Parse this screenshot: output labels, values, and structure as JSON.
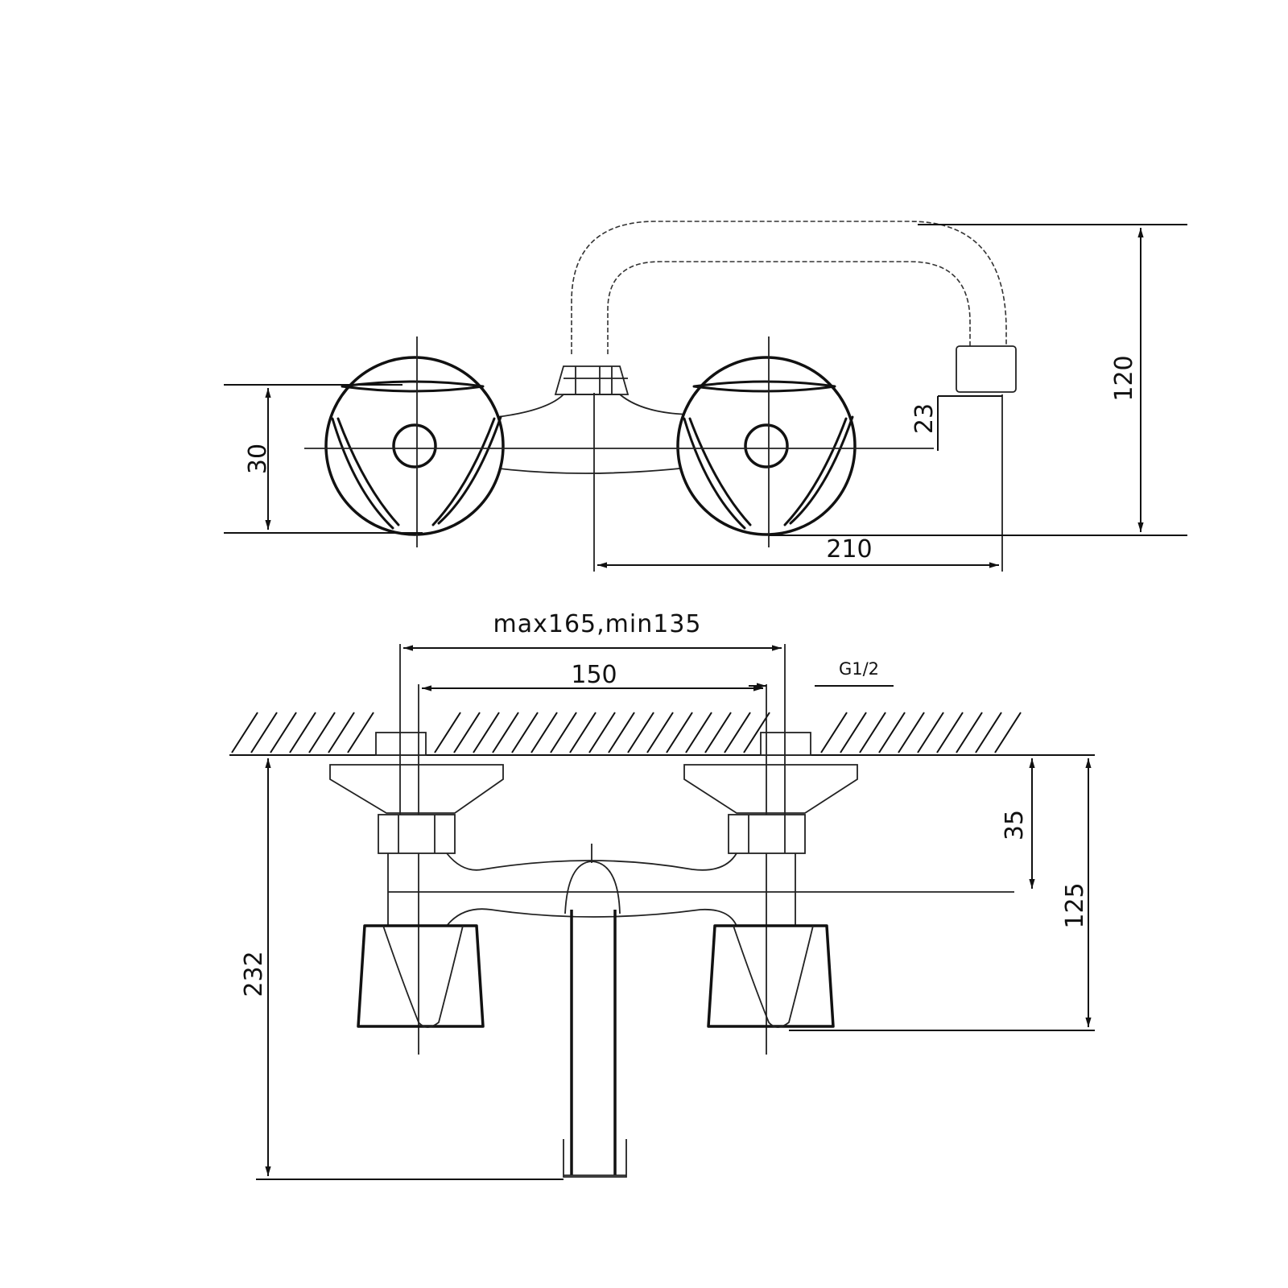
{
  "dimensions": {
    "top_view": {
      "height_30": "30",
      "offset_23": "23",
      "height_120": "120",
      "reach_210": "210"
    },
    "front_view": {
      "spacing_range": "max165,min135",
      "spacing_150": "150",
      "thread": "G1/2",
      "depth_35": "35",
      "depth_125": "125",
      "depth_232": "232"
    }
  },
  "colors": {
    "line": "#111111",
    "background": "#ffffff"
  }
}
